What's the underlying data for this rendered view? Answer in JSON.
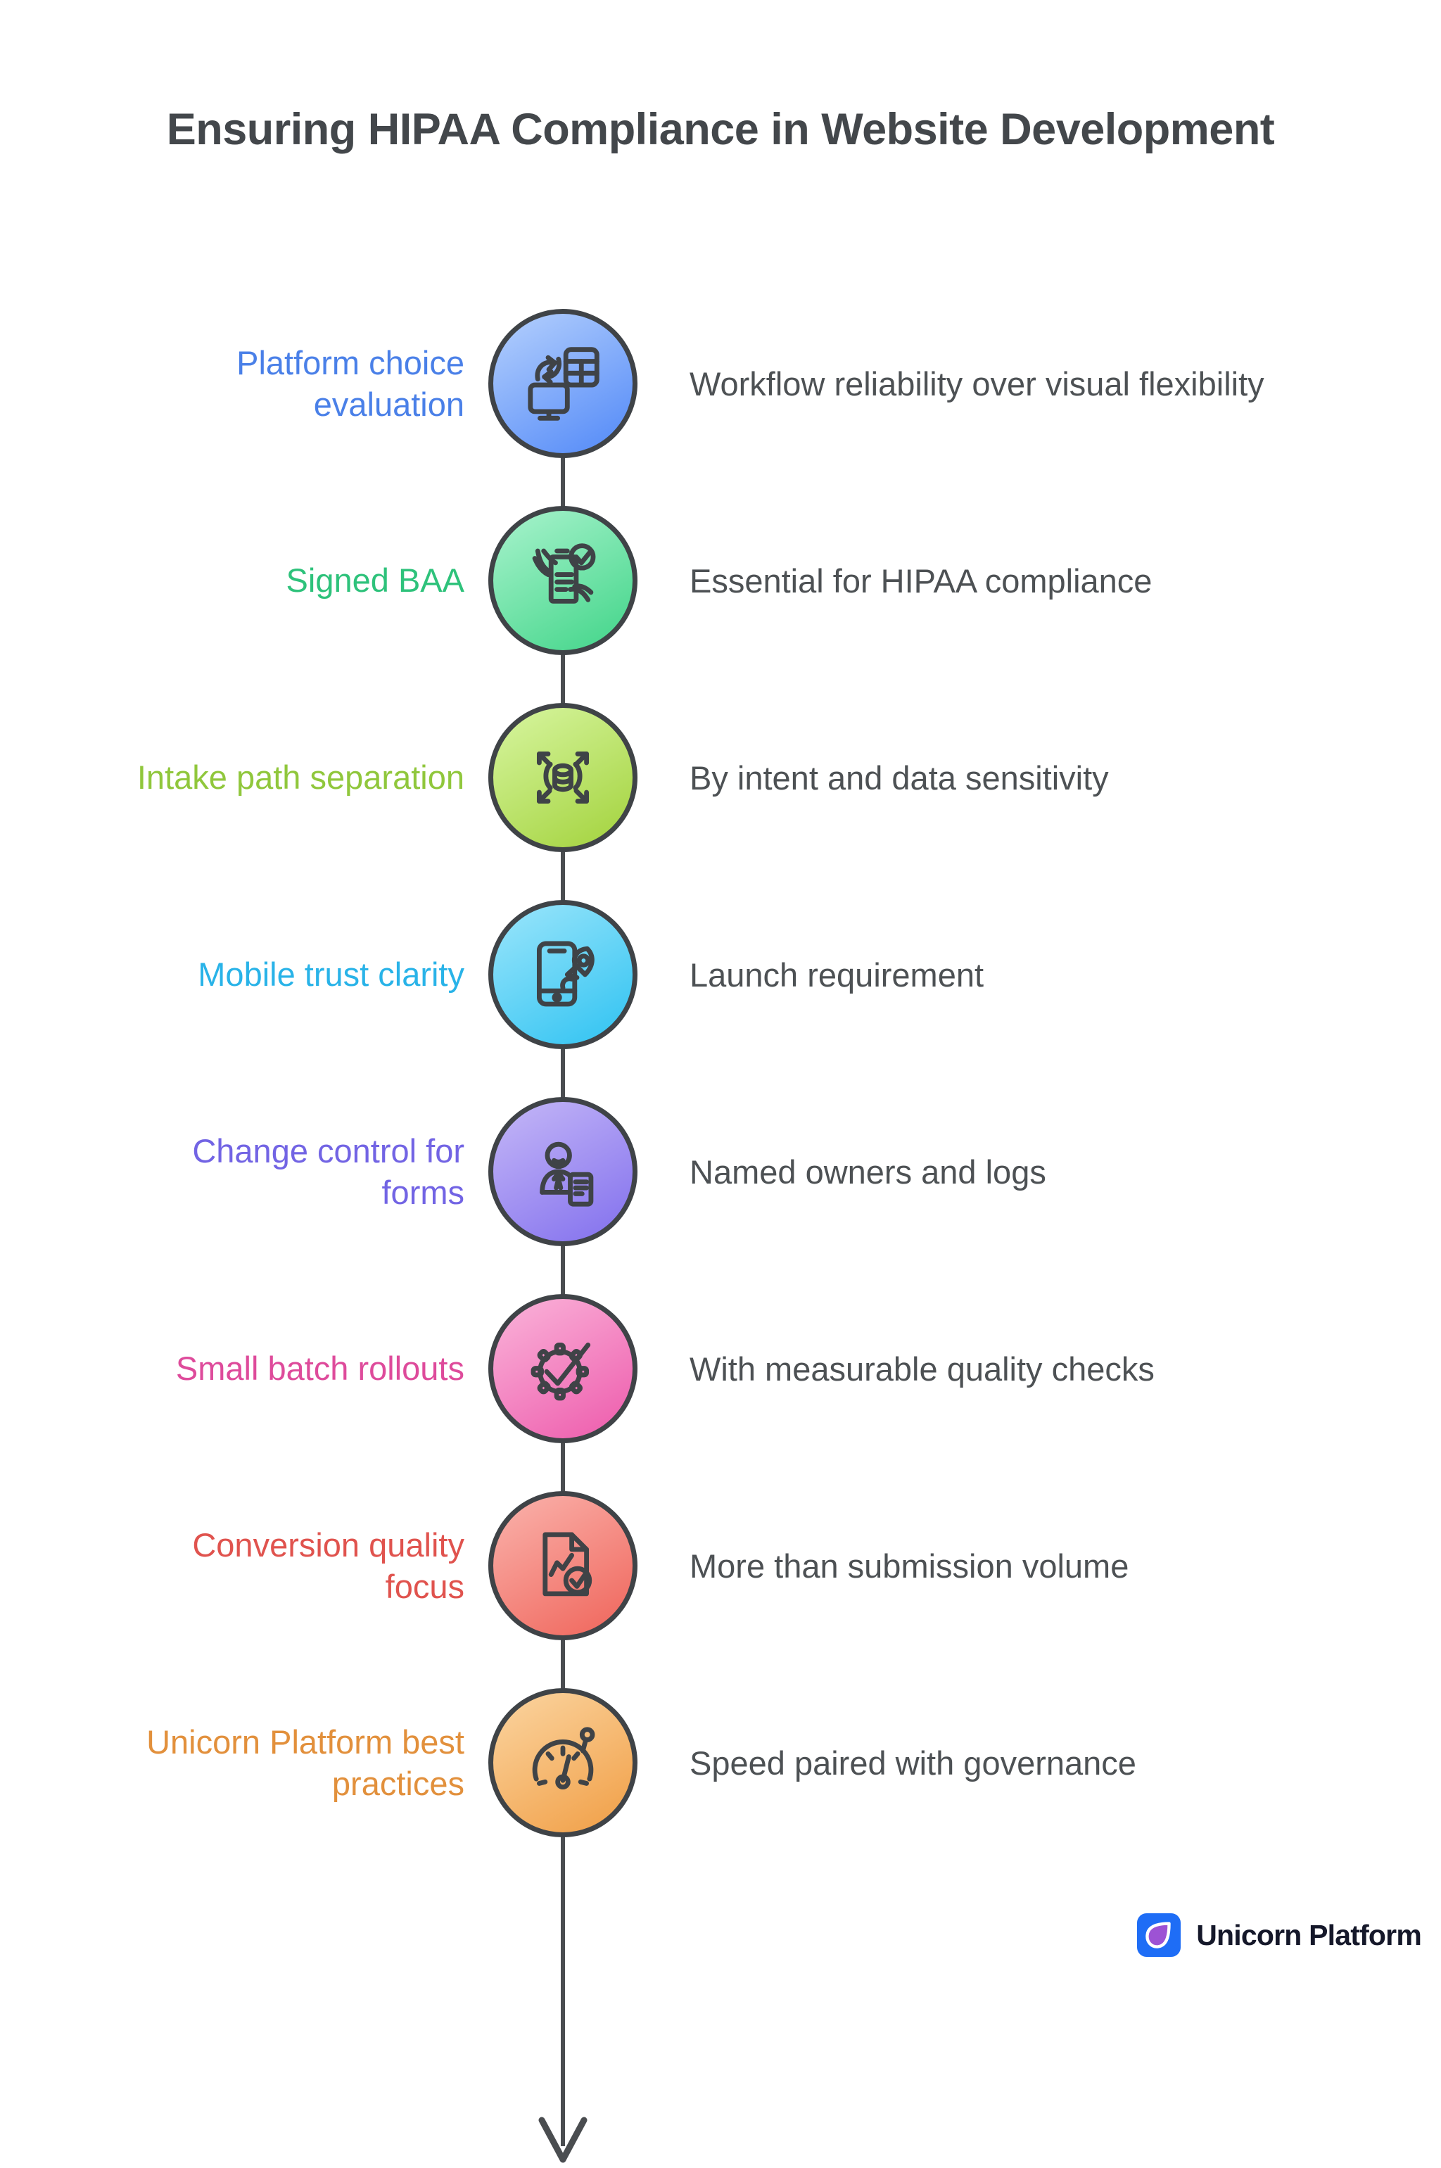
{
  "title": "Ensuring HIPAA Compliance in Website Development",
  "steps": [
    {
      "label": "Platform choice\nevaluation",
      "description": "Workflow reliability over visual flexibility",
      "label_color": "#4a80e8",
      "circle_gradient": [
        "#abc9fc",
        "#568cf8"
      ],
      "icon": "platform-sync-icon"
    },
    {
      "label": "Signed BAA",
      "description": "Essential for HIPAA compliance",
      "label_color": "#2ec27b",
      "circle_gradient": [
        "#9ef0c6",
        "#46d68c"
      ],
      "icon": "signed-document-icon"
    },
    {
      "label": "Intake path separation",
      "description": "By intent and data sensitivity",
      "label_color": "#90c73c",
      "circle_gradient": [
        "#d2f296",
        "#a5d441"
      ],
      "icon": "data-separation-icon"
    },
    {
      "label": "Mobile trust clarity",
      "description": "Launch requirement",
      "label_color": "#29b3e8",
      "circle_gradient": [
        "#90e2fa",
        "#34c4f2"
      ],
      "icon": "mobile-rocket-icon"
    },
    {
      "label": "Change control for\nforms",
      "description": "Named owners and logs",
      "label_color": "#7264e4",
      "circle_gradient": [
        "#beb0f6",
        "#8573ee"
      ],
      "icon": "owner-document-icon"
    },
    {
      "label": "Small batch rollouts",
      "description": "With measurable quality checks",
      "label_color": "#de4b9b",
      "circle_gradient": [
        "#f9abd5",
        "#ee5fae"
      ],
      "icon": "gear-check-icon"
    },
    {
      "label": "Conversion quality\nfocus",
      "description": "More than submission volume",
      "label_color": "#e0534e",
      "circle_gradient": [
        "#f9aba4",
        "#f0685e"
      ],
      "icon": "report-check-icon"
    },
    {
      "label": "Unicorn Platform best\npractices",
      "description": "Speed paired with governance",
      "label_color": "#e2903c",
      "circle_gradient": [
        "#facf97",
        "#f1a14a"
      ],
      "icon": "speedometer-icon"
    }
  ],
  "footer": {
    "brand_name": "Unicorn Platform",
    "logo_color": "#1e6df6",
    "logo_petal_color": "#9d52d4"
  }
}
